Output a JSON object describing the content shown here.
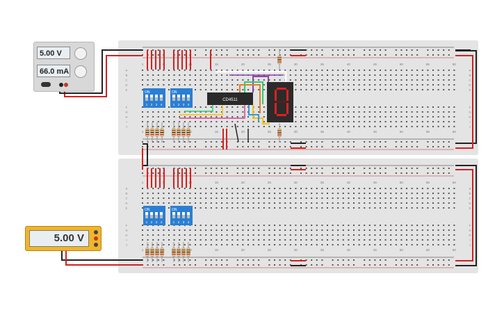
{
  "power_supply": {
    "voltage": "5.00 V",
    "current": "66.0 mA"
  },
  "multimeter": {
    "reading": "5.00 V"
  },
  "ic_label": "CD4511",
  "seven_segment": {
    "displayed_digit": "0",
    "segment_color": "#e02020"
  },
  "breadboard_top": {
    "column_labels": [
      "1",
      "5",
      "10",
      "15",
      "20",
      "25",
      "30",
      "35",
      "40",
      "45",
      "50",
      "55",
      "60"
    ],
    "row_labels_left": [
      "A",
      "B",
      "C",
      "D",
      "E",
      "F",
      "G",
      "H",
      "I",
      "J"
    ],
    "row_labels_right": [
      "A",
      "B",
      "C",
      "D",
      "E",
      "F",
      "G",
      "H",
      "I",
      "J"
    ]
  },
  "breadboard_bottom": {
    "column_labels": [
      "1",
      "5",
      "10",
      "15",
      "20",
      "25",
      "30",
      "35",
      "40",
      "45",
      "50",
      "55",
      "60"
    ],
    "row_labels_left": [
      "A",
      "B",
      "C",
      "D",
      "E",
      "F",
      "G",
      "H",
      "I",
      "J"
    ],
    "row_labels_right": [
      "A",
      "B",
      "C",
      "D",
      "E",
      "F",
      "G",
      "H",
      "I",
      "J"
    ]
  },
  "dip_switch": {
    "on_label": "ON",
    "numbers": [
      "1",
      "2",
      "3",
      "4"
    ]
  },
  "colors": {
    "wire_red": "#d42020",
    "wire_black": "#222222",
    "dip_blue": "#2a7fd4",
    "board": "#e4e4e4"
  }
}
